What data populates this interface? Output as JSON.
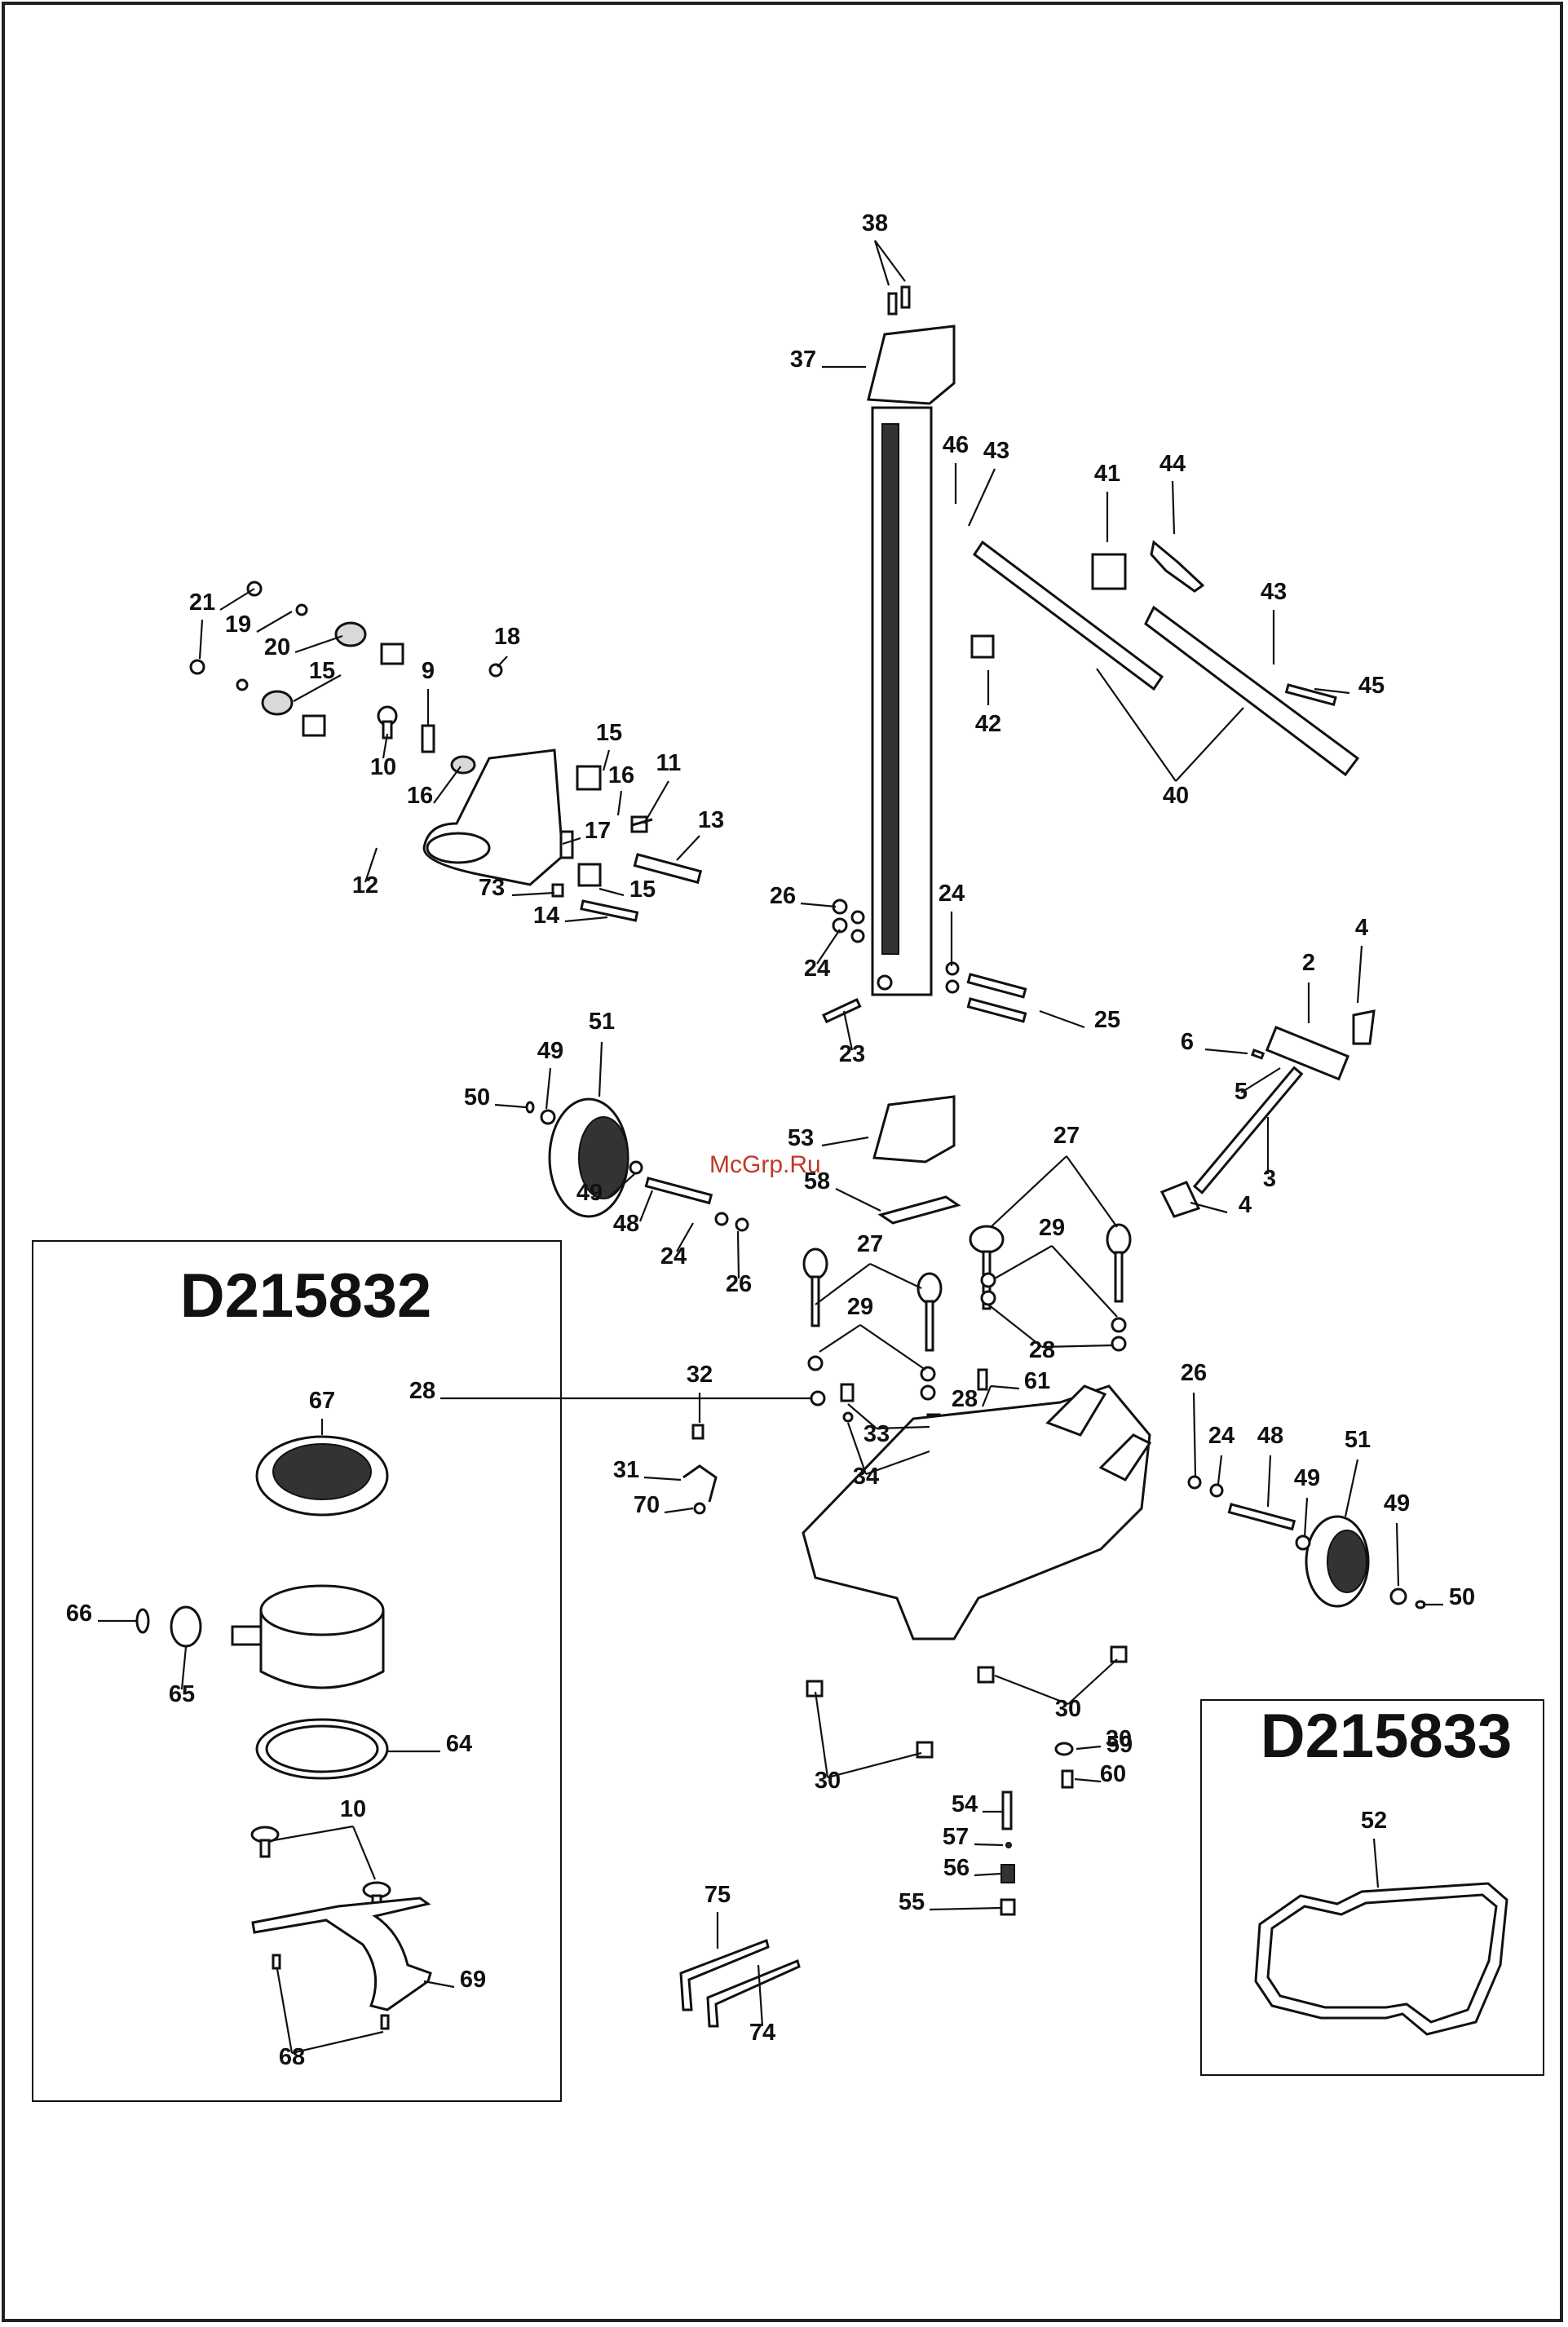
{
  "watermark": "McGrp.Ru",
  "insets": [
    {
      "id": "left",
      "title": "D215832"
    },
    {
      "id": "right",
      "title": "D215833"
    }
  ],
  "labels": [
    "38",
    "37",
    "46",
    "43",
    "41",
    "44",
    "43",
    "45",
    "42",
    "40",
    "21",
    "19",
    "20",
    "15",
    "9",
    "18",
    "10",
    "16",
    "15",
    "16",
    "11",
    "17",
    "13",
    "12",
    "73",
    "15",
    "14",
    "26",
    "24",
    "24",
    "25",
    "23",
    "4",
    "2",
    "6",
    "5",
    "3",
    "4",
    "51",
    "49",
    "50",
    "49",
    "48",
    "24",
    "26",
    "53",
    "58",
    "27",
    "29",
    "27",
    "29",
    "28",
    "28",
    "28",
    "61",
    "32",
    "31",
    "70",
    "33",
    "34",
    "26",
    "24",
    "48",
    "51",
    "49",
    "49",
    "50",
    "30",
    "30",
    "30",
    "59",
    "60",
    "54",
    "57",
    "56",
    "55",
    "75",
    "74",
    "67",
    "66",
    "65",
    "64",
    "10",
    "69",
    "68",
    "52"
  ],
  "colors": {
    "ink": "#111111",
    "watermark": "#c0392b",
    "frame": "#222222"
  }
}
